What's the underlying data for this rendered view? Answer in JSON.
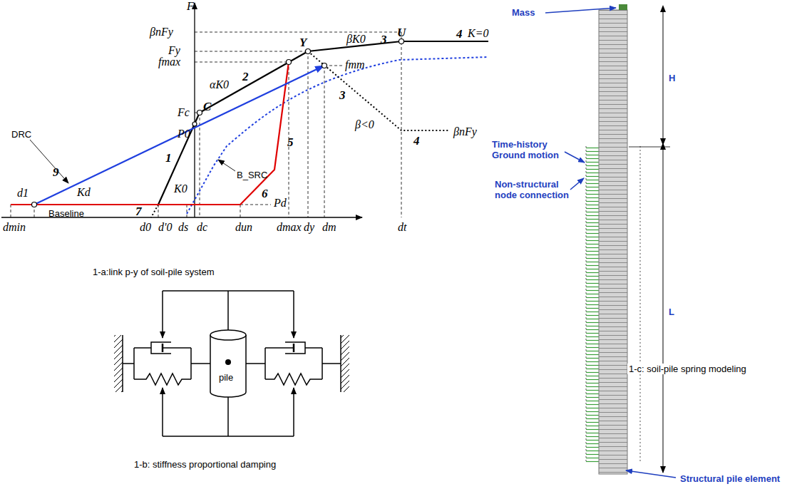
{
  "diagram": {
    "labels": [
      "F",
      "βnFy",
      "Fy",
      "fmax",
      "Fc",
      "P0",
      "C",
      "Y",
      "U",
      "βK0",
      "3",
      "4",
      "K=0",
      "αK0",
      "2",
      "3",
      "β<0",
      "4",
      "βnFy",
      "fmm",
      "1",
      "K0",
      "5",
      "6",
      "7",
      "9",
      "Kd",
      "DRC",
      "B_SRC",
      "Baseline",
      "Pd",
      "d1",
      "dmin",
      "d0",
      "d'0",
      "ds",
      "dc",
      "dun",
      "dmax",
      "dy",
      "dm",
      "dt",
      "1-a:link p-y of soil-pile system",
      "pile",
      "1-b: stiffness proportional damping",
      "Mass",
      "H",
      "Time-history Ground motion",
      "Non-structural node connection",
      "L",
      "Structural pile element",
      "1-c: soil-pile spring modeling"
    ]
  }
}
